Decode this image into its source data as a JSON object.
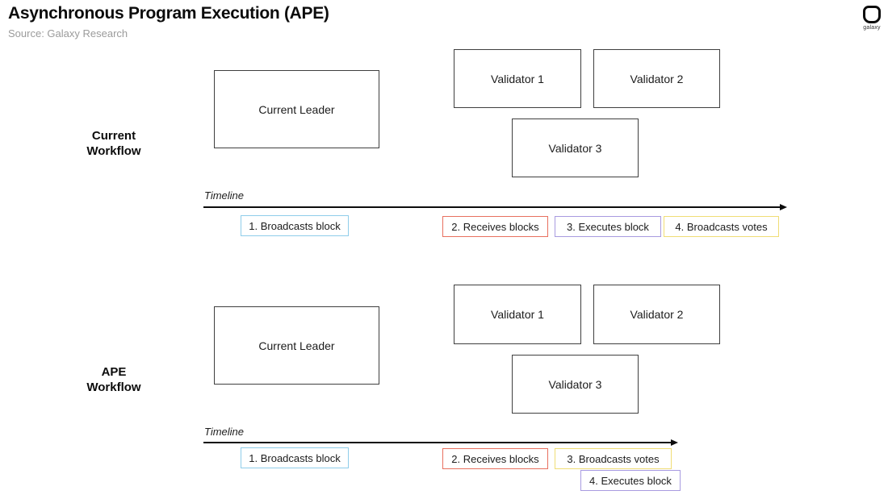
{
  "header": {
    "title": "Asynchronous Program Execution (APE)",
    "source": "Source: Galaxy Research",
    "logo_text": "galaxy"
  },
  "colors": {
    "blue": "#8fcdea",
    "red": "#e8705f",
    "purple": "#a89be0",
    "yellow": "#f0dd75",
    "node_border": "#3f3f3f",
    "timeline": "#0c0c0c"
  },
  "workflows": [
    {
      "label_line1": "Current",
      "label_line2": "Workflow",
      "leader": "Current Leader",
      "validators": [
        "Validator 1",
        "Validator 2",
        "Validator 3"
      ],
      "timeline_label": "Timeline",
      "steps": [
        {
          "label": "1. Broadcasts block",
          "color": "blue"
        },
        {
          "label": "2. Receives blocks",
          "color": "red"
        },
        {
          "label": "3. Executes block",
          "color": "purple"
        },
        {
          "label": "4. Broadcasts votes",
          "color": "yellow"
        }
      ]
    },
    {
      "label_line1": "APE",
      "label_line2": "Workflow",
      "leader": "Current Leader",
      "validators": [
        "Validator 1",
        "Validator 2",
        "Validator 3"
      ],
      "timeline_label": "Timeline",
      "steps": [
        {
          "label": "1. Broadcasts block",
          "color": "blue"
        },
        {
          "label": "2. Receives blocks",
          "color": "red"
        },
        {
          "label": "3. Broadcasts votes",
          "color": "yellow"
        },
        {
          "label": "4. Executes block",
          "color": "purple"
        }
      ]
    }
  ]
}
